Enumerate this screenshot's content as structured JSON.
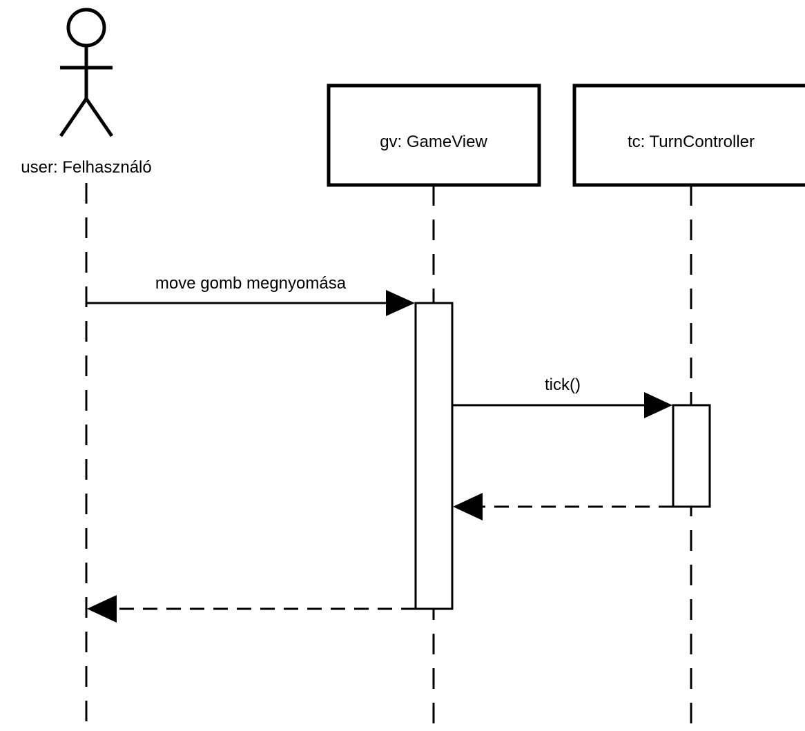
{
  "actor": {
    "label": "user: Felhasználó"
  },
  "participants": [
    {
      "label": "gv: GameView"
    },
    {
      "label": "tc: TurnController"
    }
  ],
  "messages": [
    {
      "label": "move gomb megnyomása",
      "kind": "call",
      "from": "user: Felhasználó",
      "to": "gv: GameView"
    },
    {
      "label": "tick()",
      "kind": "call",
      "from": "gv: GameView",
      "to": "tc: TurnController"
    },
    {
      "label": "",
      "kind": "return",
      "from": "tc: TurnController",
      "to": "gv: GameView"
    },
    {
      "label": "",
      "kind": "return",
      "from": "gv: GameView",
      "to": "user: Felhasználó"
    }
  ],
  "colors": {
    "line": "#000000",
    "fill": "#ffffff"
  }
}
